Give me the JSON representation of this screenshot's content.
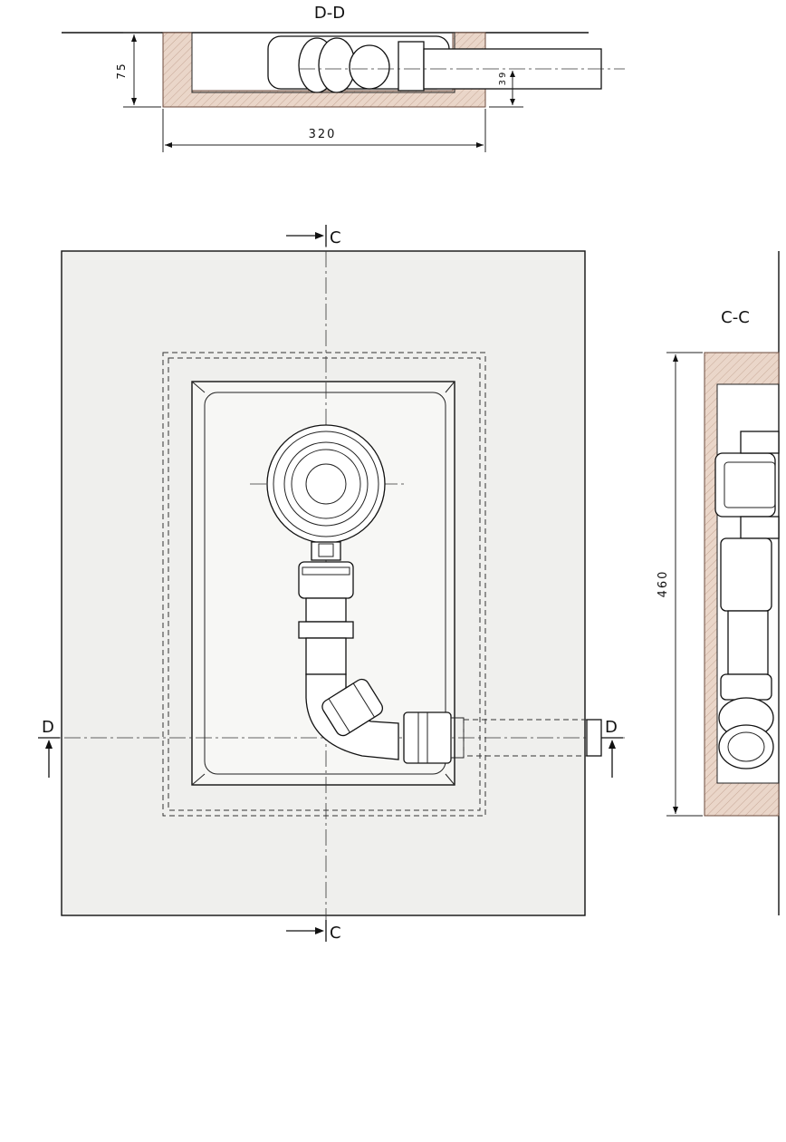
{
  "section_dd": {
    "title": "D-D",
    "dim_height": "75",
    "dim_width": "320",
    "dim_outlet": "39"
  },
  "plan": {
    "cut_marker_top": "C",
    "cut_marker_bottom": "C",
    "cut_marker_left": "D",
    "cut_marker_right": "D"
  },
  "section_cc": {
    "title": "C-C",
    "dim_height": "460"
  },
  "colors": {
    "wall_fill": "#efefed",
    "hatch_fill": "#e9d3c6",
    "line": "#111111"
  }
}
